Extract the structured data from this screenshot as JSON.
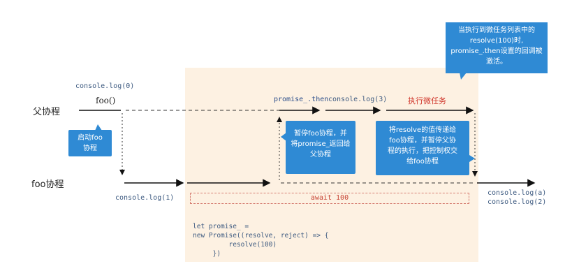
{
  "lanes": {
    "parent": "父协程",
    "foo": "foo协程"
  },
  "labels": {
    "console_log_0": "console.log(0)",
    "foo_call": "foo()",
    "console_log_1": "console.log(1)",
    "promise_then": "promise_.then",
    "console_log_3": "console.log(3)",
    "exec_microtask": "执行微任务",
    "console_log_a": "console.log(a)",
    "console_log_2": "console.log(2)",
    "await_100": "await 100"
  },
  "bubbles": {
    "start_foo": [
      "启动foo",
      "协程"
    ],
    "pause_foo": [
      "暂停foo协程，并",
      "将promise_返回给",
      "父协程"
    ],
    "pass_resolve": [
      "将resolve的值传递给",
      "foo协程，并暂停父协",
      "程的执行，把控制权交",
      "给foo协程"
    ],
    "top_note": [
      "当执行到微任务列表中的",
      "resolve(100)时,",
      "promise_.then设置的回调被",
      "激活。"
    ]
  },
  "code": [
    "let promise_ =",
    "new Promise((resolve, reject) => {",
    "         resolve(100)",
    "     })"
  ],
  "colors": {
    "panel": "#fdf1e2",
    "bubble": "#2f8ad4",
    "code": "#3d5a80",
    "highlight_red": "#d0362b"
  }
}
